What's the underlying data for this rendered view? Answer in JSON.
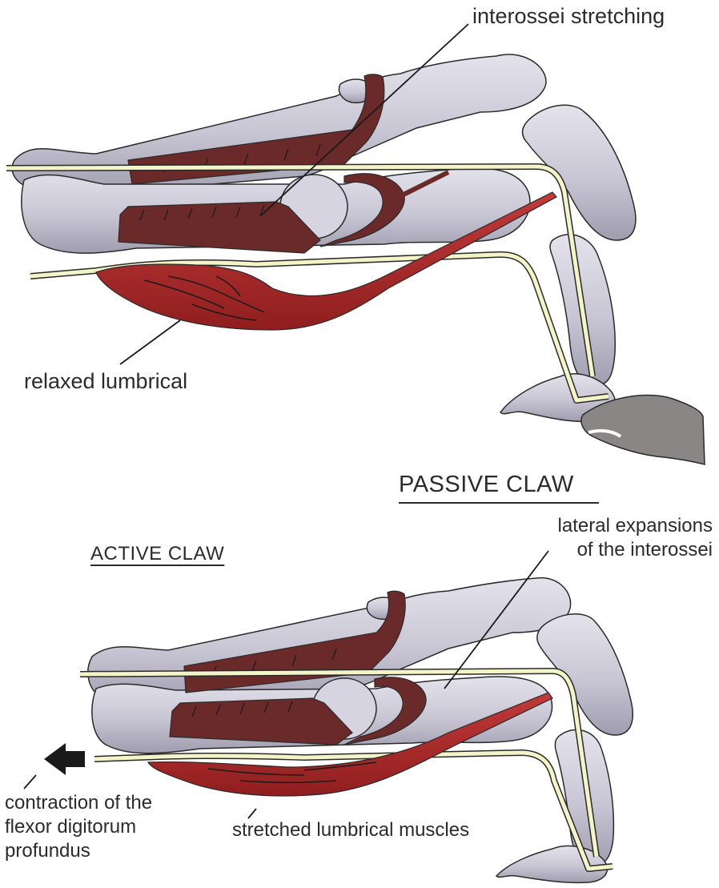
{
  "labels": {
    "interossei_stretching": "interossei stretching",
    "relaxed_lumbrical": "relaxed lumbrical",
    "passive_claw": "PASSIVE CLAW",
    "active_claw": "ACTIVE CLAW",
    "lateral_expansions": [
      "lateral expansions",
      "of the interossei"
    ],
    "contraction": [
      "contraction of the",
      "flexor digitorum",
      "profundus"
    ],
    "stretched_lumbrical": "stretched lumbrical muscles"
  },
  "colors": {
    "bone": "#c9c7d6",
    "bone_shadow": "#9a98a8",
    "interosseus": "#6b2a2a",
    "lumbrical": "#b02a2a",
    "tendon": "#f3f5c8",
    "outline": "#2a2a2a",
    "nail": "#8a8686"
  }
}
